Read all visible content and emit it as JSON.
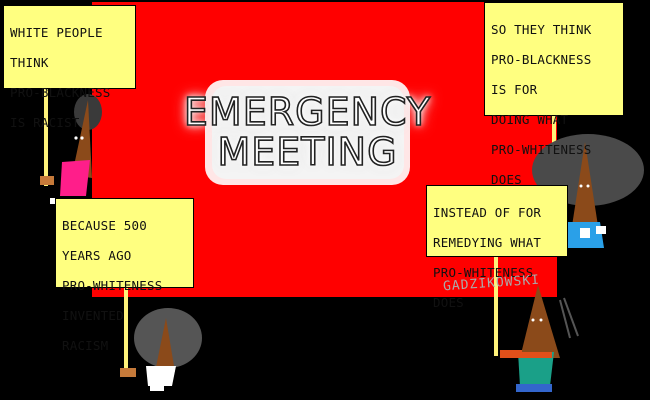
{
  "colors": {
    "background": "#000000",
    "banner": "#ff0000",
    "sign": "#ffff80",
    "hood": "#8b4a1a",
    "pole": "#fff27a"
  },
  "headline": {
    "lines": [
      "EMERGENCY",
      "MEETING"
    ]
  },
  "signs": [
    {
      "lines": [
        "WHITE PEOPLE",
        "THINK",
        "PRO-BLACKNESS",
        "IS RACIST"
      ]
    },
    {
      "lines": [
        "SO THEY THINK",
        "PRO-BLACKNESS",
        "IS FOR",
        "DOING WHAT",
        "PRO-WHITENESS",
        "DOES"
      ]
    },
    {
      "lines": [
        "BECAUSE 500",
        "YEARS AGO",
        "PRO-WHITENESS",
        "INVENTED",
        "RACISM"
      ]
    },
    {
      "lines": [
        "INSTEAD OF FOR",
        "REMEDYING WHAT",
        "PRO-WHITENESS",
        "DOES"
      ]
    }
  ],
  "signature": "GADZIKOWSKI"
}
